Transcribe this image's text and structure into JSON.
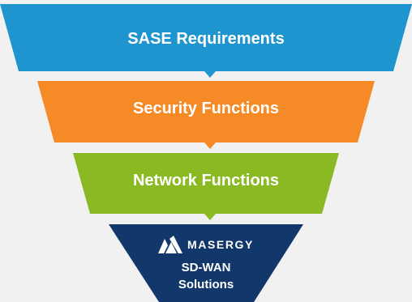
{
  "funnel": {
    "background": "#f1f1f1",
    "levels": [
      {
        "label": "SASE Requirements",
        "color": "#1f95d0"
      },
      {
        "label": "Security Functions",
        "color": "#f68a26"
      },
      {
        "label": "Network Functions",
        "color": "#8ab923"
      },
      {
        "color": "#12376a"
      }
    ],
    "bottom": {
      "logo_text": "MASERGY",
      "line1": "SD-WAN",
      "line2": "Solutions"
    }
  }
}
